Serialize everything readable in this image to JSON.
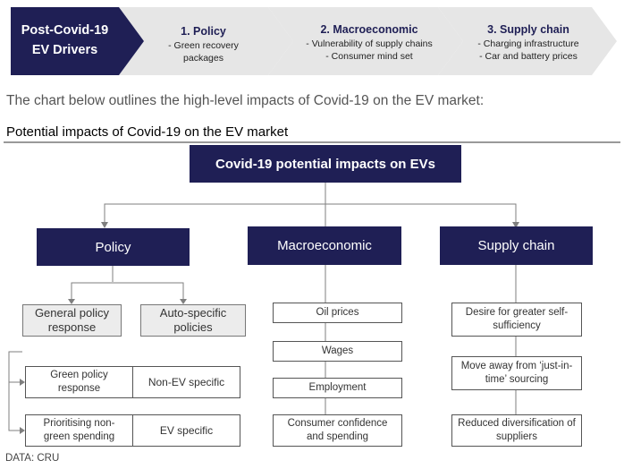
{
  "header": {
    "first": {
      "line1": "Post-Covid-19",
      "line2": "EV Drivers"
    },
    "steps": [
      {
        "title": "1. Policy",
        "lines": [
          "- Green recovery",
          "packages"
        ]
      },
      {
        "title": "2. Macroeconomic",
        "lines": [
          "- Vulnerability of supply chains",
          "- Consumer mind set"
        ]
      },
      {
        "title": "3. Supply chain",
        "lines": [
          "- Charging infrastructure",
          "- Car and battery prices"
        ]
      }
    ]
  },
  "intro": "The chart below outlines the high-level impacts of Covid-19 on the EV market:",
  "subtitle": "Potential impacts of Covid-19 on the EV market",
  "diagram": {
    "root": "Covid-19 potential impacts on EVs",
    "branches": {
      "policy": "Policy",
      "macro": "Macroeconomic",
      "supply": "Supply chain"
    },
    "policy": {
      "general": "General policy response",
      "auto": "Auto-specific policies",
      "green": "Green policy response",
      "nonev": "Non-EV specific",
      "prioritising": "Prioritising non-green spending",
      "ev": "EV specific"
    },
    "macro_items": [
      "Oil prices",
      "Wages",
      "Employment",
      "Consumer confidence and spending"
    ],
    "supply_items": [
      "Desire for greater self-sufficiency",
      "Move away from ‘just-in-time’ sourcing",
      "Reduced diversification of suppliers"
    ]
  },
  "source": "DATA: CRU",
  "colors": {
    "navy": "#1f1f55",
    "chevron_gray": "#e6e6e6",
    "connector": "#7f7f7f"
  }
}
